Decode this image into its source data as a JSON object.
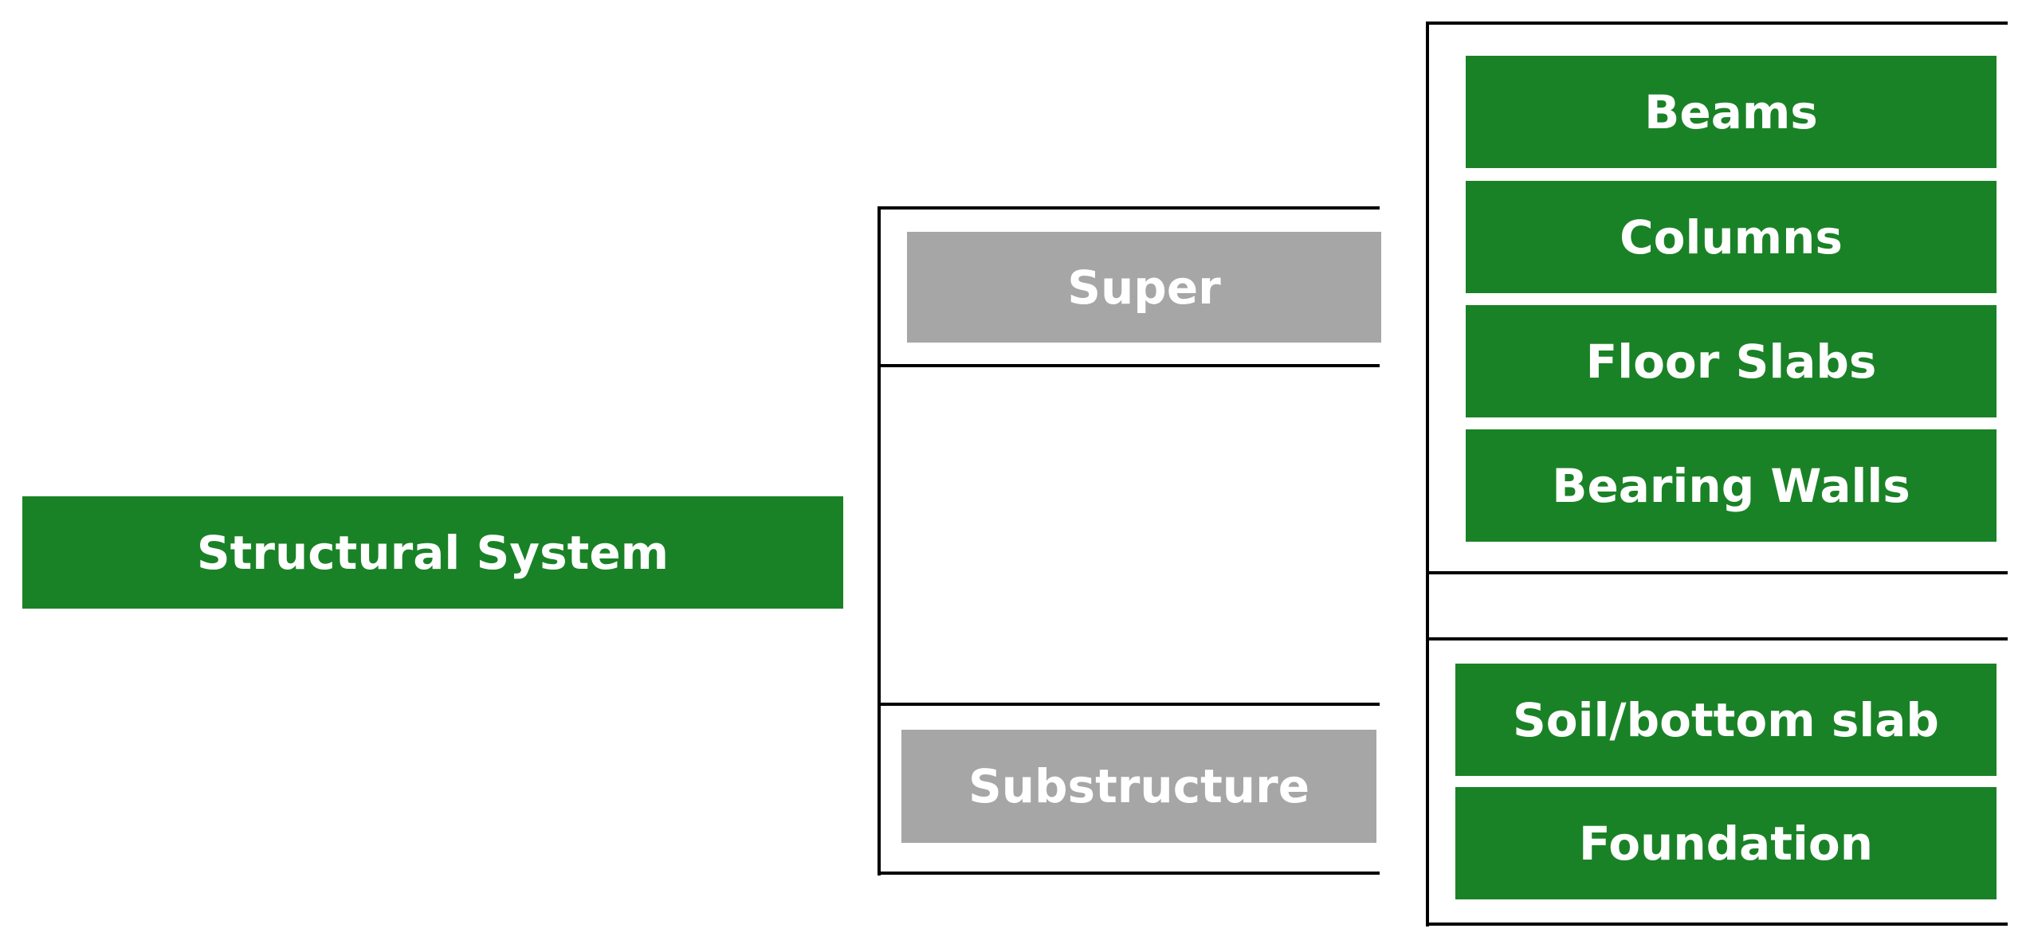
{
  "diagram": {
    "root": {
      "label": "Structural System"
    },
    "branches": [
      {
        "label": "Super",
        "children": [
          "Beams",
          "Columns",
          "Floor Slabs",
          "Bearing Walls"
        ]
      },
      {
        "label": "Substructure",
        "children": [
          "Soil/bottom slab",
          "Foundation"
        ]
      }
    ]
  },
  "colors": {
    "leaf_fill": "#1a8226",
    "branch_fill": "#a6a6a6",
    "text": "#ffffff",
    "connector": "#000000"
  }
}
